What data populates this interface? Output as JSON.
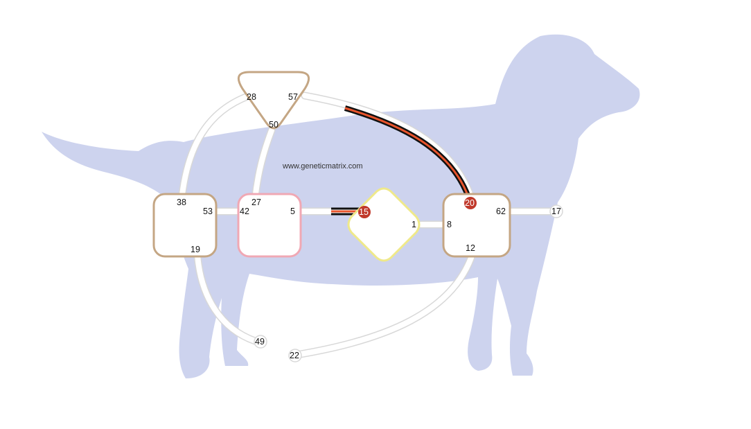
{
  "watermark": "www.geneticmatrix.com",
  "colors": {
    "silhouette": "#cdd3ee",
    "track": "#ffffff",
    "track_edge": "#d8d8d8",
    "triangle_border": "#c4a684",
    "square_border": "#c4a684",
    "pink_border": "#f0a8b4",
    "yellow_border": "#efe98a",
    "hanging_red": "#c0392b",
    "hanging_orange": "#e8542c",
    "hanging_black": "#111111"
  },
  "centers": {
    "triangle": {
      "labels": [
        "28",
        "57",
        "50"
      ]
    },
    "left_square": {
      "labels": [
        "38",
        "53",
        "19"
      ]
    },
    "pink_square": {
      "labels": [
        "27",
        "42",
        "5"
      ]
    },
    "diamond": {
      "labels": [
        "15",
        "1"
      ]
    },
    "right_square": {
      "labels": [
        "20",
        "8",
        "62",
        "12"
      ]
    }
  },
  "open_gates": [
    "17",
    "49",
    "22"
  ],
  "hanging_gates": [
    "15",
    "20"
  ]
}
